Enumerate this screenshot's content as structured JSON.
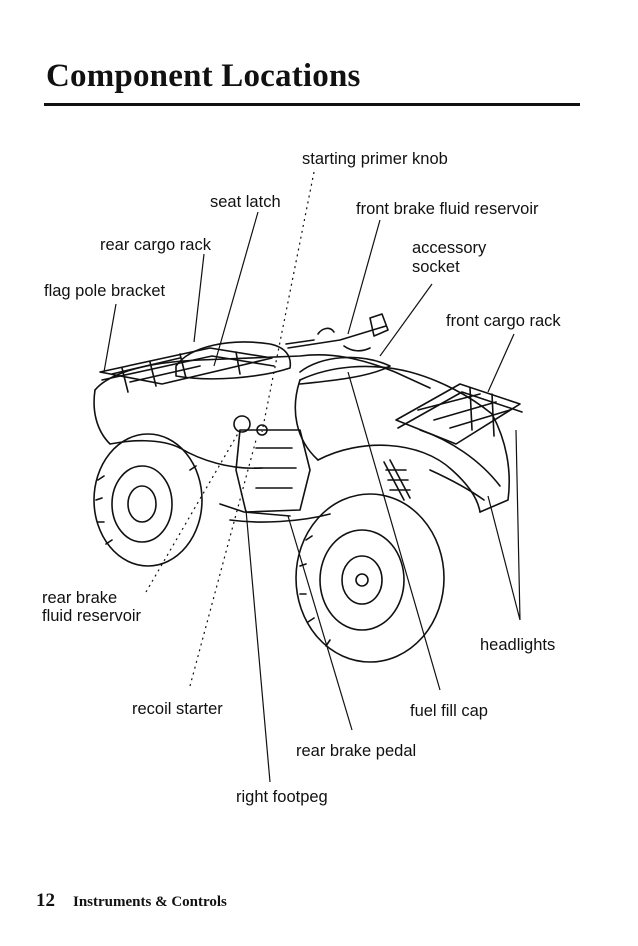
{
  "page": {
    "title": "Component Locations",
    "page_number": "12",
    "section": "Instruments & Controls"
  },
  "callouts": {
    "starting_primer_knob": "starting primer knob",
    "seat_latch": "seat latch",
    "front_brake_fluid_reservoir": "front brake fluid reservoir",
    "rear_cargo_rack": "rear cargo rack",
    "accessory_socket_line1": "accessory",
    "accessory_socket_line2": "socket",
    "flag_pole_bracket": "flag pole bracket",
    "front_cargo_rack": "front cargo rack",
    "rear_brake_fluid_reservoir_line1": "rear brake",
    "rear_brake_fluid_reservoir_line2": "fluid reservoir",
    "headlights": "headlights",
    "recoil_starter": "recoil starter",
    "fuel_fill_cap": "fuel fill cap",
    "rear_brake_pedal": "rear brake pedal",
    "right_footpeg": "right footpeg"
  }
}
